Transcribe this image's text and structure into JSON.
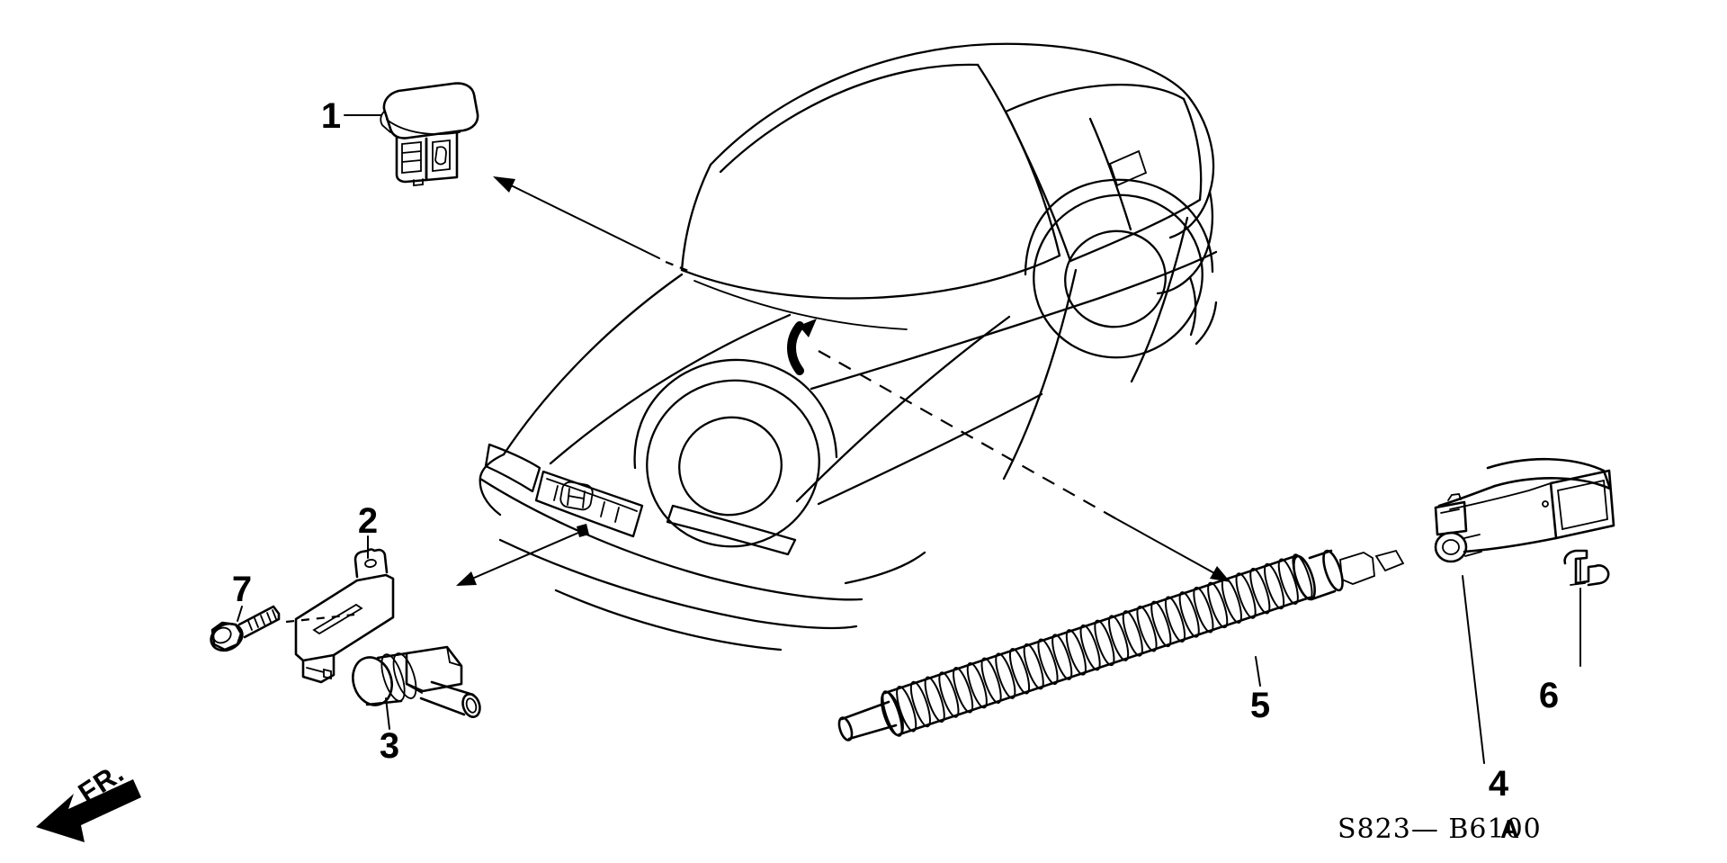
{
  "diagram": {
    "code": "S823— B6100",
    "code_suffix": "A",
    "fr_label": "FR.",
    "background_color": "#ffffff",
    "line_color": "#000000"
  },
  "callouts": [
    {
      "number": "1"
    },
    {
      "number": "2"
    },
    {
      "number": "3"
    },
    {
      "number": "4"
    },
    {
      "number": "5"
    },
    {
      "number": "6"
    },
    {
      "number": "7"
    }
  ]
}
